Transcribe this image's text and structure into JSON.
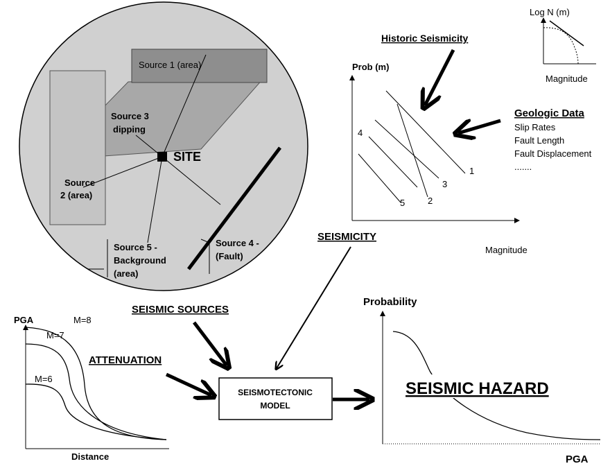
{
  "site_map": {
    "source1": "Source 1 (area)",
    "source3_line1": "Source 3",
    "source3_line2": "dipping",
    "site": "SITE",
    "source2_line1": "Source",
    "source2_line2": "2 (area)",
    "source5_line1": "Source 5 -",
    "source5_line2": "Background",
    "source5_line3": "(area)",
    "source4_line1": "Source 4 -",
    "source4_line2": "(Fault)"
  },
  "recurrence": {
    "yaxis": "Log N (m)",
    "xaxis": "Magnitude"
  },
  "historic_seismicity": "Historic Seismicity",
  "prob_plot": {
    "yaxis": "Prob (m)",
    "xaxis": "Magnitude",
    "line_labels": [
      "1",
      "2",
      "3",
      "4",
      "5"
    ]
  },
  "geologic": {
    "title": "Geologic Data",
    "items": [
      "Slip Rates",
      "Fault Length",
      "Fault Displacement",
      "......."
    ]
  },
  "seismicity": "SEISMICITY",
  "seismic_sources": "SEISMIC SOURCES",
  "attenuation": {
    "title": "ATTENUATION",
    "yaxis": "PGA",
    "xaxis": "Distance",
    "curves": [
      "M=8",
      "M=7",
      "M=6"
    ]
  },
  "model": {
    "line1": "SEISMOTECTONIC",
    "line2": "MODEL"
  },
  "hazard": {
    "yaxis": "Probability",
    "xaxis": "PGA",
    "title": "SEISMIC HAZARD"
  },
  "colors": {
    "circle_fill": "#d0d0d0",
    "rect_fill": "#c4c4c4",
    "source1_fill": "#8e8e8e",
    "source3_fill": "#a8a8a8"
  }
}
